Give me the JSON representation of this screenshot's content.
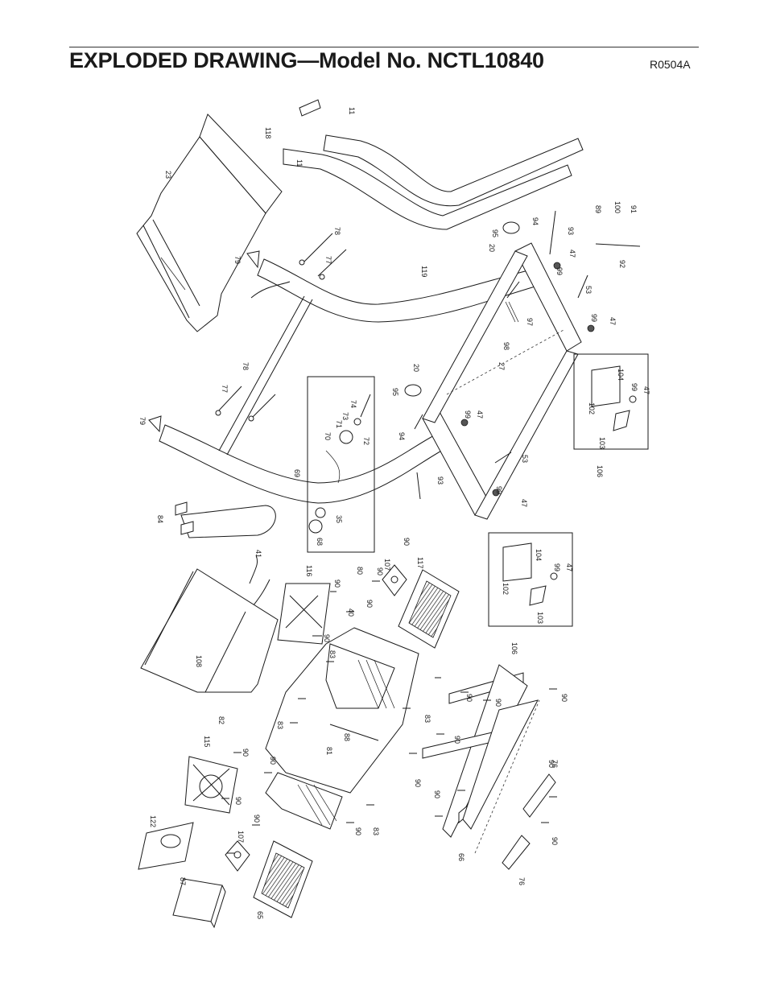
{
  "page": {
    "title": "EXPLODED DRAWING—Model No. NCTL10840",
    "code": "R0504A"
  },
  "part_labels": [
    {
      "id": "p11a",
      "text": "11"
    },
    {
      "id": "p118",
      "text": "118"
    },
    {
      "id": "p11b",
      "text": "11"
    },
    {
      "id": "p23",
      "text": "23"
    },
    {
      "id": "p119",
      "text": "119"
    },
    {
      "id": "p79a",
      "text": "79"
    },
    {
      "id": "p78a",
      "text": "78"
    },
    {
      "id": "p77a",
      "text": "77"
    },
    {
      "id": "p89",
      "text": "89"
    },
    {
      "id": "p100",
      "text": "100"
    },
    {
      "id": "p91",
      "text": "91"
    },
    {
      "id": "p92",
      "text": "92"
    },
    {
      "id": "p94a",
      "text": "94"
    },
    {
      "id": "p93a",
      "text": "93"
    },
    {
      "id": "p95a",
      "text": "95"
    },
    {
      "id": "p20a",
      "text": "20"
    },
    {
      "id": "p99a",
      "text": "99"
    },
    {
      "id": "p47a",
      "text": "47"
    },
    {
      "id": "p53a",
      "text": "53"
    },
    {
      "id": "p97",
      "text": "97"
    },
    {
      "id": "p98",
      "text": "98"
    },
    {
      "id": "p99b",
      "text": "99"
    },
    {
      "id": "p47b",
      "text": "47"
    },
    {
      "id": "p27",
      "text": "27"
    },
    {
      "id": "p20b",
      "text": "20"
    },
    {
      "id": "p95b",
      "text": "95"
    },
    {
      "id": "p104a",
      "text": "104"
    },
    {
      "id": "p99c",
      "text": "99"
    },
    {
      "id": "p47c",
      "text": "47"
    },
    {
      "id": "p102a",
      "text": "102"
    },
    {
      "id": "p103a",
      "text": "103"
    },
    {
      "id": "p106a",
      "text": "106"
    },
    {
      "id": "p78b",
      "text": "78"
    },
    {
      "id": "p77b",
      "text": "77"
    },
    {
      "id": "p79b",
      "text": "79"
    },
    {
      "id": "p74",
      "text": "74"
    },
    {
      "id": "p73",
      "text": "73"
    },
    {
      "id": "p71",
      "text": "71"
    },
    {
      "id": "p70",
      "text": "70"
    },
    {
      "id": "p72",
      "text": "72"
    },
    {
      "id": "p99d",
      "text": "99"
    },
    {
      "id": "p47d",
      "text": "47"
    },
    {
      "id": "p94b",
      "text": "94"
    },
    {
      "id": "p69",
      "text": "69"
    },
    {
      "id": "p93b",
      "text": "93"
    },
    {
      "id": "p53b",
      "text": "53"
    },
    {
      "id": "p99e",
      "text": "99"
    },
    {
      "id": "p47e",
      "text": "47"
    },
    {
      "id": "p84",
      "text": "84"
    },
    {
      "id": "p35",
      "text": "35"
    },
    {
      "id": "p68",
      "text": "68"
    },
    {
      "id": "p80",
      "text": "80"
    },
    {
      "id": "p41",
      "text": "41"
    },
    {
      "id": "p116",
      "text": "116"
    },
    {
      "id": "p90a",
      "text": "90"
    },
    {
      "id": "p90b",
      "text": "90"
    },
    {
      "id": "p107a",
      "text": "107"
    },
    {
      "id": "p90c",
      "text": "90"
    },
    {
      "id": "p117",
      "text": "117"
    },
    {
      "id": "p104b",
      "text": "104"
    },
    {
      "id": "p99f",
      "text": "99"
    },
    {
      "id": "p47f",
      "text": "47"
    },
    {
      "id": "p102b",
      "text": "102"
    },
    {
      "id": "p103b",
      "text": "103"
    },
    {
      "id": "p106b",
      "text": "106"
    },
    {
      "id": "p40",
      "text": "40"
    },
    {
      "id": "p90d",
      "text": "90"
    },
    {
      "id": "p90e",
      "text": "90"
    },
    {
      "id": "p108",
      "text": "108"
    },
    {
      "id": "p82",
      "text": "82"
    },
    {
      "id": "p83a",
      "text": "83"
    },
    {
      "id": "p90f",
      "text": "90"
    },
    {
      "id": "p90g",
      "text": "90"
    },
    {
      "id": "p90h",
      "text": "90"
    },
    {
      "id": "p83b",
      "text": "83"
    },
    {
      "id": "p83c",
      "text": "83"
    },
    {
      "id": "p81",
      "text": "81"
    },
    {
      "id": "p88",
      "text": "88"
    },
    {
      "id": "p90i",
      "text": "90"
    },
    {
      "id": "p90j",
      "text": "90"
    },
    {
      "id": "p115",
      "text": "115"
    },
    {
      "id": "p90k",
      "text": "90"
    },
    {
      "id": "p90l",
      "text": "90"
    },
    {
      "id": "p90m",
      "text": "90"
    },
    {
      "id": "p76a",
      "text": "76"
    },
    {
      "id": "p90n",
      "text": "90"
    },
    {
      "id": "p83d",
      "text": "83"
    },
    {
      "id": "p90o",
      "text": "90"
    },
    {
      "id": "p122",
      "text": "122"
    },
    {
      "id": "p90p",
      "text": "90"
    },
    {
      "id": "p107b",
      "text": "107"
    },
    {
      "id": "p90q",
      "text": "90"
    },
    {
      "id": "p66",
      "text": "66"
    },
    {
      "id": "p90r",
      "text": "90"
    },
    {
      "id": "p76b",
      "text": "76"
    },
    {
      "id": "p87",
      "text": "87"
    },
    {
      "id": "p65",
      "text": "65"
    }
  ]
}
